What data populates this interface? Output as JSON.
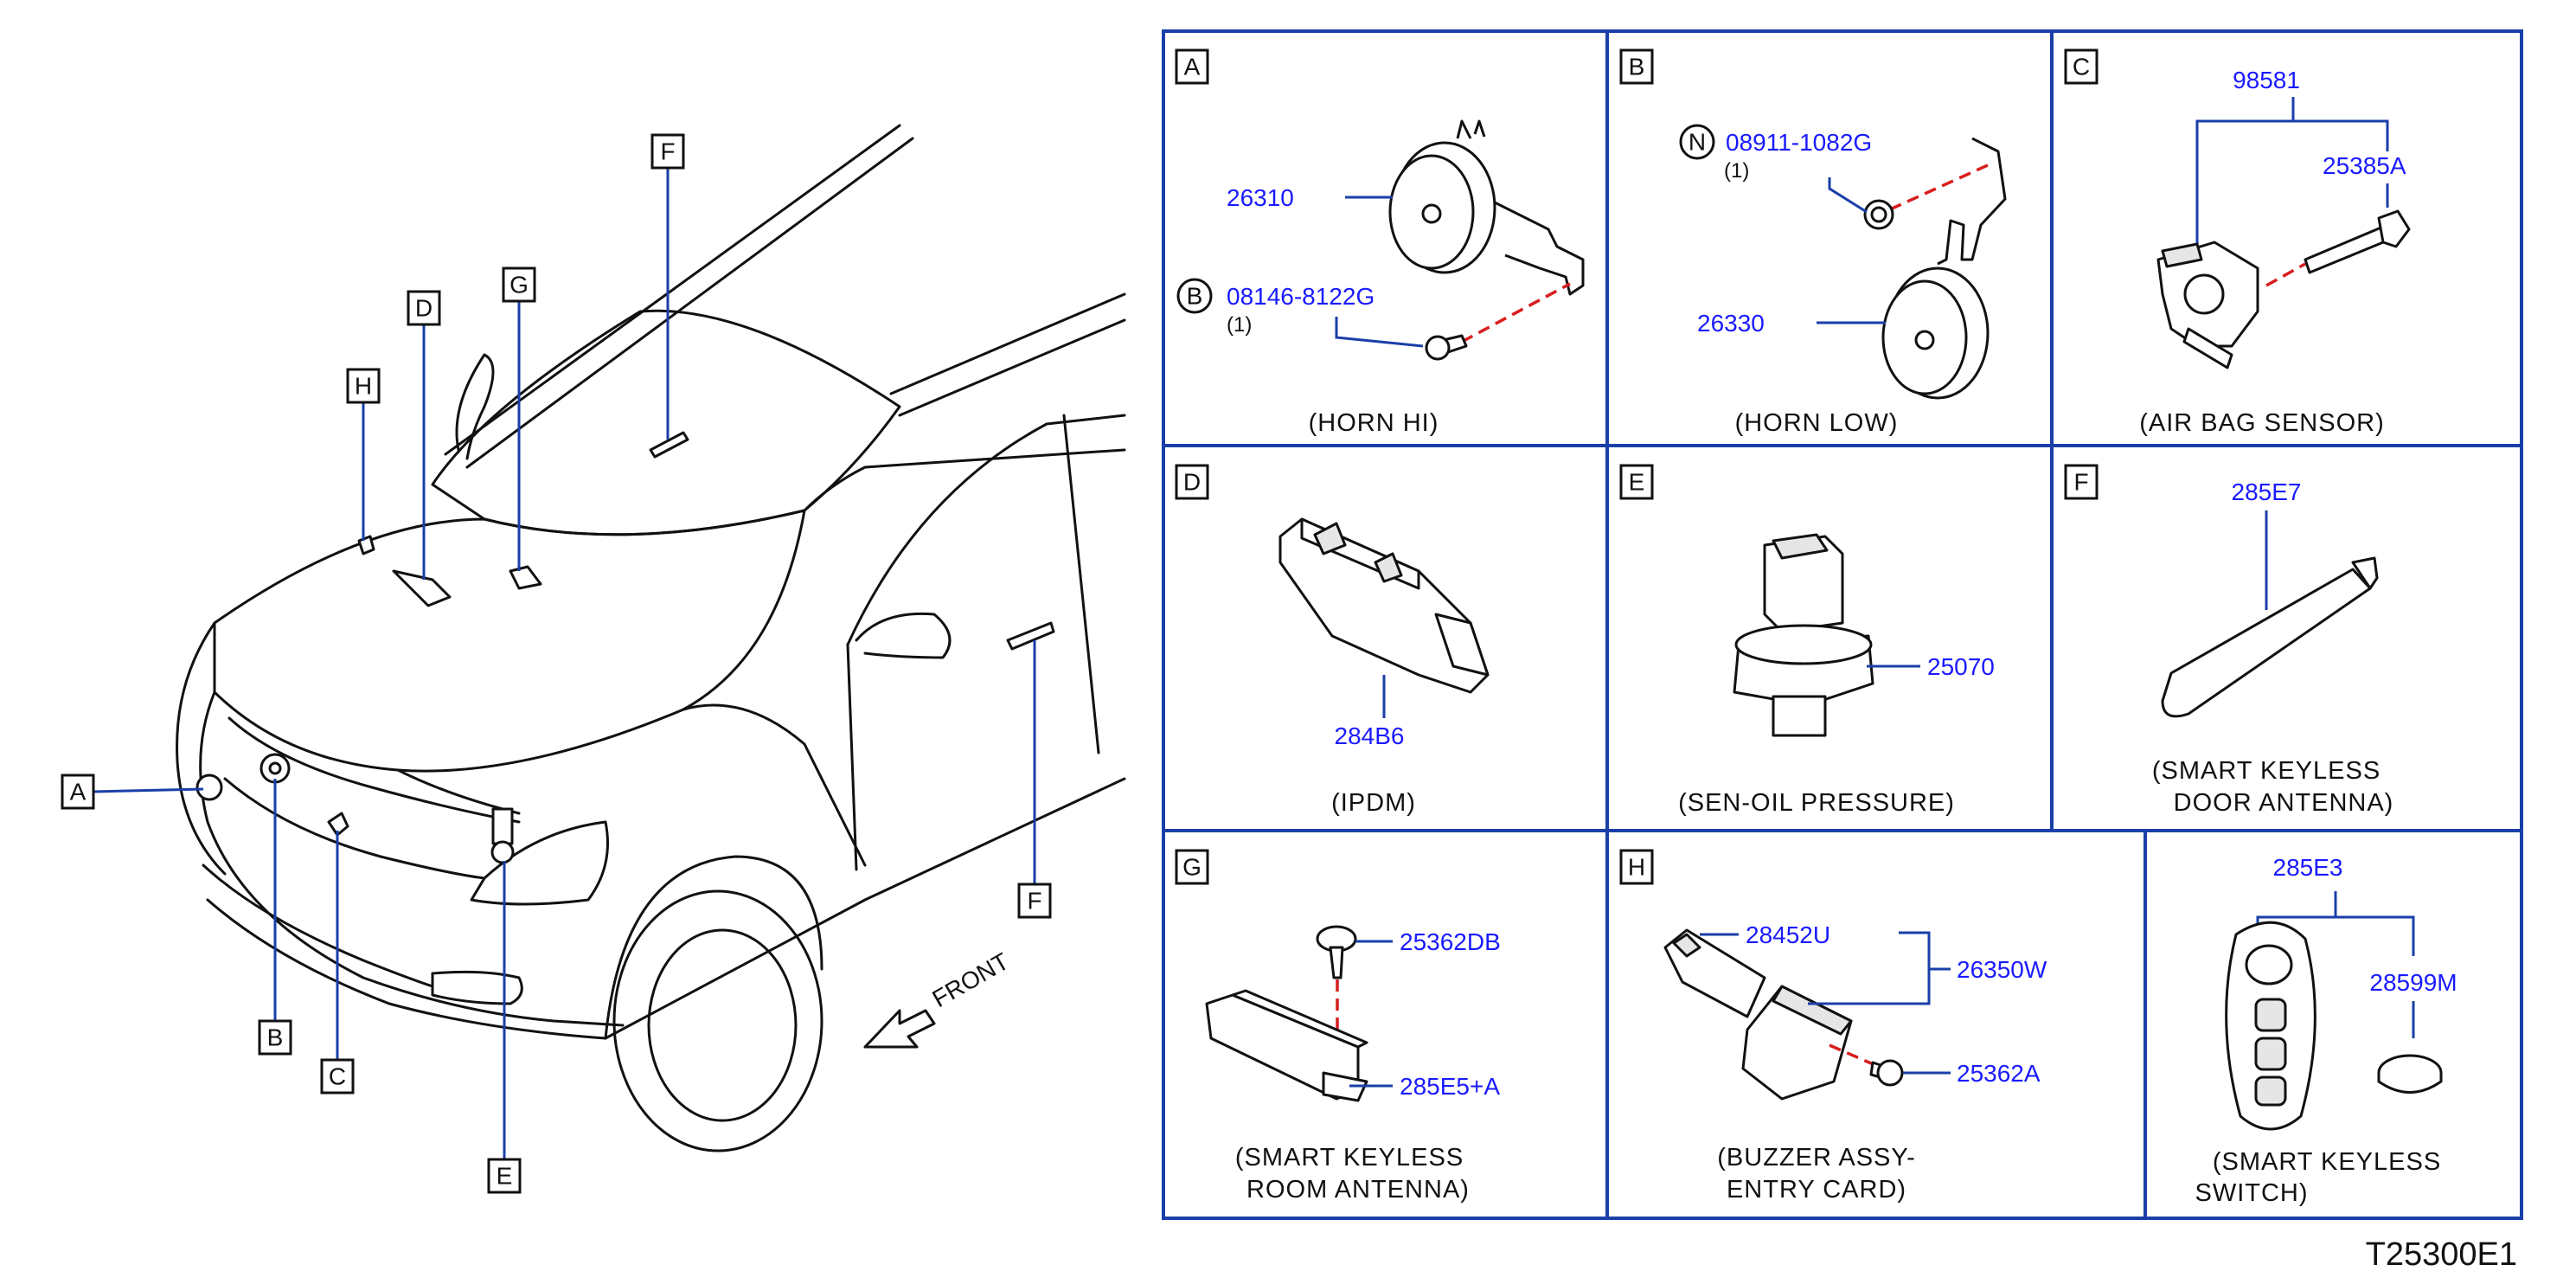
{
  "diagram_code": "T25300E1",
  "front_label": "FRONT",
  "car_callouts": [
    "A",
    "B",
    "C",
    "D",
    "E",
    "F",
    "G",
    "H"
  ],
  "panels": {
    "A": {
      "letter": "A",
      "caption": "(HORN   HI)",
      "parts": [
        "26310",
        "08146-8122G"
      ],
      "fastener_symbol": "B",
      "qty": "(1)"
    },
    "B": {
      "letter": "B",
      "caption": "(HORN   LOW)",
      "parts": [
        "08911-1082G",
        "26330"
      ],
      "fastener_symbol": "N",
      "qty": "(1)"
    },
    "C": {
      "letter": "C",
      "caption": "(AIR   BAG   SENSOR)",
      "parts": [
        "98581",
        "25385A"
      ]
    },
    "D": {
      "letter": "D",
      "caption": "(IPDM)",
      "parts": [
        "284B6"
      ]
    },
    "E": {
      "letter": "E",
      "caption": "(SEN-OIL   PRESSURE)",
      "parts": [
        "25070"
      ]
    },
    "F": {
      "letter": "F",
      "caption_line1": "(SMART   KEYLESS",
      "caption_line2": "DOOR   ANTENNA)",
      "parts": [
        "285E7"
      ]
    },
    "G": {
      "letter": "G",
      "caption_line1": "(SMART   KEYLESS",
      "caption_line2": "ROOM   ANTENNA)",
      "parts": [
        "25362DB",
        "285E5+A"
      ]
    },
    "H": {
      "letter": "H",
      "caption_line1": "(BUZZER   ASSY-",
      "caption_line2": "ENTRY   CARD)",
      "parts": [
        "28452U",
        "26350W",
        "25362A"
      ]
    },
    "KEY": {
      "caption_line1": "(SMART   KEYLESS",
      "caption_line2": "SWITCH)",
      "parts": [
        "285E3",
        "28599M"
      ]
    }
  },
  "colors": {
    "part_number": "#1a1aff",
    "frame": "#1a3fa8",
    "dash_line": "#d81e1e",
    "line_art": "#111111"
  }
}
